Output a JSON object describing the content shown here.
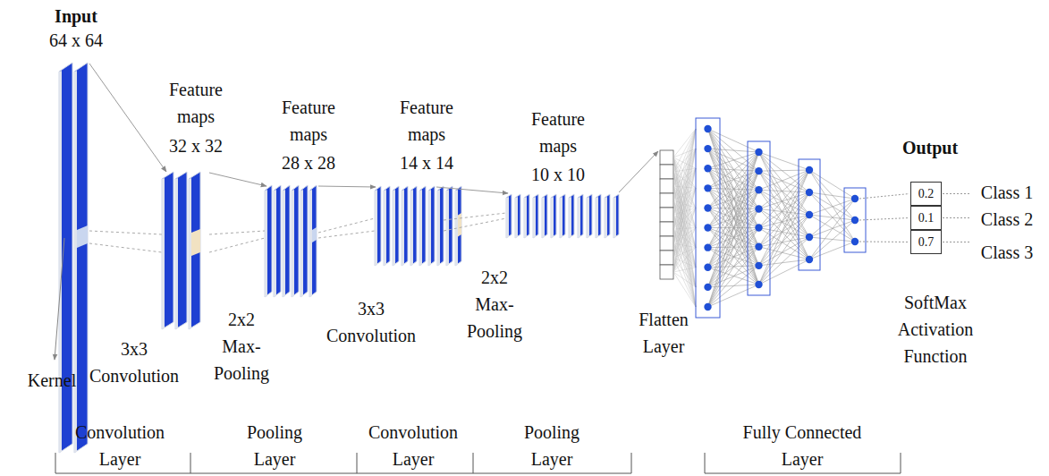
{
  "diagram": {
    "nodes": [
      {
        "text": [
          "0.2"
        ]
      },
      {
        "text": [
          "0.1"
        ]
      },
      {
        "text": [
          "0.7"
        ]
      }
    ],
    "labels": [
      "Input",
      "64 x 64",
      "Feature maps",
      "32 x 32",
      "Feature maps",
      "28 x 28",
      "Feature maps",
      "14 x 14",
      "Feature maps",
      "10 x 10",
      "Output",
      "Class 1",
      "Class 2",
      "Class 3",
      "2x2 Max-Pooling",
      "3x3 Convolution",
      "2x2 Max-Pooling",
      "Flatten Layer",
      "SoftMax Activation Function",
      "Kernel",
      "3x3 Convolution",
      "Convolution Layer",
      "Pooling Layer",
      "Convolution Layer",
      "Pooling Layer",
      "Fully Connected Layer"
    ]
  }
}
